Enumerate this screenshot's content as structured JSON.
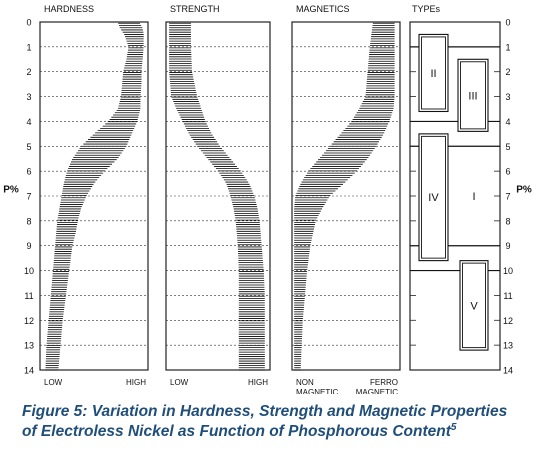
{
  "chart_data": {
    "type": "diagram",
    "yaxis_label": "P%",
    "yrange": [
      0,
      14
    ],
    "yticks": [
      "0",
      "1",
      "2",
      "3",
      "4",
      "5",
      "6",
      "7",
      "8",
      "9",
      "10",
      "11",
      "12",
      "13",
      "14"
    ],
    "panels": [
      {
        "title": "HARDNESS",
        "xlabels": [
          "LOW",
          "HIGH"
        ],
        "band": [
          [
            0,
            0.72,
            0.92
          ],
          [
            0.25,
            0.74,
            0.95
          ],
          [
            0.5,
            0.78,
            0.96
          ],
          [
            1,
            0.82,
            0.96
          ],
          [
            1.5,
            0.8,
            0.95
          ],
          [
            2,
            0.77,
            0.94
          ],
          [
            2.5,
            0.76,
            0.94
          ],
          [
            3,
            0.75,
            0.93
          ],
          [
            3.5,
            0.72,
            0.93
          ],
          [
            4,
            0.63,
            0.9
          ],
          [
            4.5,
            0.5,
            0.85
          ],
          [
            5,
            0.38,
            0.8
          ],
          [
            5.5,
            0.3,
            0.72
          ],
          [
            6,
            0.25,
            0.6
          ],
          [
            6.5,
            0.22,
            0.5
          ],
          [
            7,
            0.2,
            0.43
          ],
          [
            7.5,
            0.18,
            0.38
          ],
          [
            8,
            0.16,
            0.35
          ],
          [
            8.5,
            0.15,
            0.33
          ],
          [
            9,
            0.14,
            0.3
          ],
          [
            10,
            0.12,
            0.27
          ],
          [
            11,
            0.1,
            0.24
          ],
          [
            12,
            0.08,
            0.21
          ],
          [
            13,
            0.06,
            0.19
          ],
          [
            14,
            0.05,
            0.17
          ]
        ]
      },
      {
        "title": "STRENGTH",
        "xlabels": [
          "LOW",
          "HIGH"
        ],
        "band": [
          [
            0,
            0.03,
            0.24
          ],
          [
            1,
            0.03,
            0.24
          ],
          [
            2,
            0.03,
            0.25
          ],
          [
            3,
            0.05,
            0.3
          ],
          [
            3.5,
            0.1,
            0.34
          ],
          [
            4,
            0.16,
            0.38
          ],
          [
            4.5,
            0.22,
            0.44
          ],
          [
            5,
            0.3,
            0.52
          ],
          [
            5.5,
            0.4,
            0.62
          ],
          [
            6,
            0.5,
            0.72
          ],
          [
            6.5,
            0.58,
            0.8
          ],
          [
            7,
            0.62,
            0.85
          ],
          [
            7.5,
            0.65,
            0.88
          ],
          [
            8,
            0.67,
            0.9
          ],
          [
            9,
            0.69,
            0.92
          ],
          [
            10,
            0.7,
            0.94
          ],
          [
            11,
            0.7,
            0.95
          ],
          [
            12,
            0.7,
            0.95
          ],
          [
            13,
            0.7,
            0.95
          ],
          [
            14,
            0.7,
            0.95
          ]
        ]
      },
      {
        "title": "MAGNETICS",
        "xlabels": [
          "NON\nMAGNETIC",
          "FERRO\nMAGNETIC"
        ],
        "band": [
          [
            0,
            0.75,
            0.95
          ],
          [
            1,
            0.72,
            0.95
          ],
          [
            2,
            0.7,
            0.95
          ],
          [
            3,
            0.68,
            0.95
          ],
          [
            3.5,
            0.62,
            0.94
          ],
          [
            4,
            0.55,
            0.9
          ],
          [
            4.5,
            0.45,
            0.85
          ],
          [
            5,
            0.35,
            0.78
          ],
          [
            5.5,
            0.25,
            0.7
          ],
          [
            6,
            0.15,
            0.6
          ],
          [
            6.5,
            0.08,
            0.48
          ],
          [
            7,
            0.03,
            0.35
          ],
          [
            7.5,
            0.02,
            0.28
          ],
          [
            8,
            0.02,
            0.22
          ],
          [
            9,
            0.02,
            0.17
          ],
          [
            10,
            0.02,
            0.14
          ],
          [
            11,
            0.02,
            0.12
          ],
          [
            12,
            0.02,
            0.1
          ],
          [
            13,
            0.02,
            0.09
          ],
          [
            14,
            0.02,
            0.08
          ]
        ]
      }
    ],
    "types_panel": {
      "title": "TYPEs",
      "types": [
        {
          "label": "II",
          "p_from": 0.5,
          "p_to": 3.6,
          "double": true
        },
        {
          "label": "III",
          "p_from": 1.5,
          "p_to": 4.4,
          "double": true
        },
        {
          "label": "IV",
          "p_from": 4.5,
          "p_to": 9.6,
          "double": true
        },
        {
          "label": "I",
          "p_from": 7,
          "p_to": 7,
          "double": false
        },
        {
          "label": "V",
          "p_from": 9.6,
          "p_to": 13.2,
          "double": true
        }
      ],
      "boundaries": [
        1,
        4,
        5,
        9,
        10
      ]
    }
  },
  "caption": {
    "line1": "Figure 5:  Variation in Hardness, Strength and Magnetic Properties",
    "line2": "of Electroless Nickel as Function of Phosphorous Content",
    "ref": "5"
  }
}
